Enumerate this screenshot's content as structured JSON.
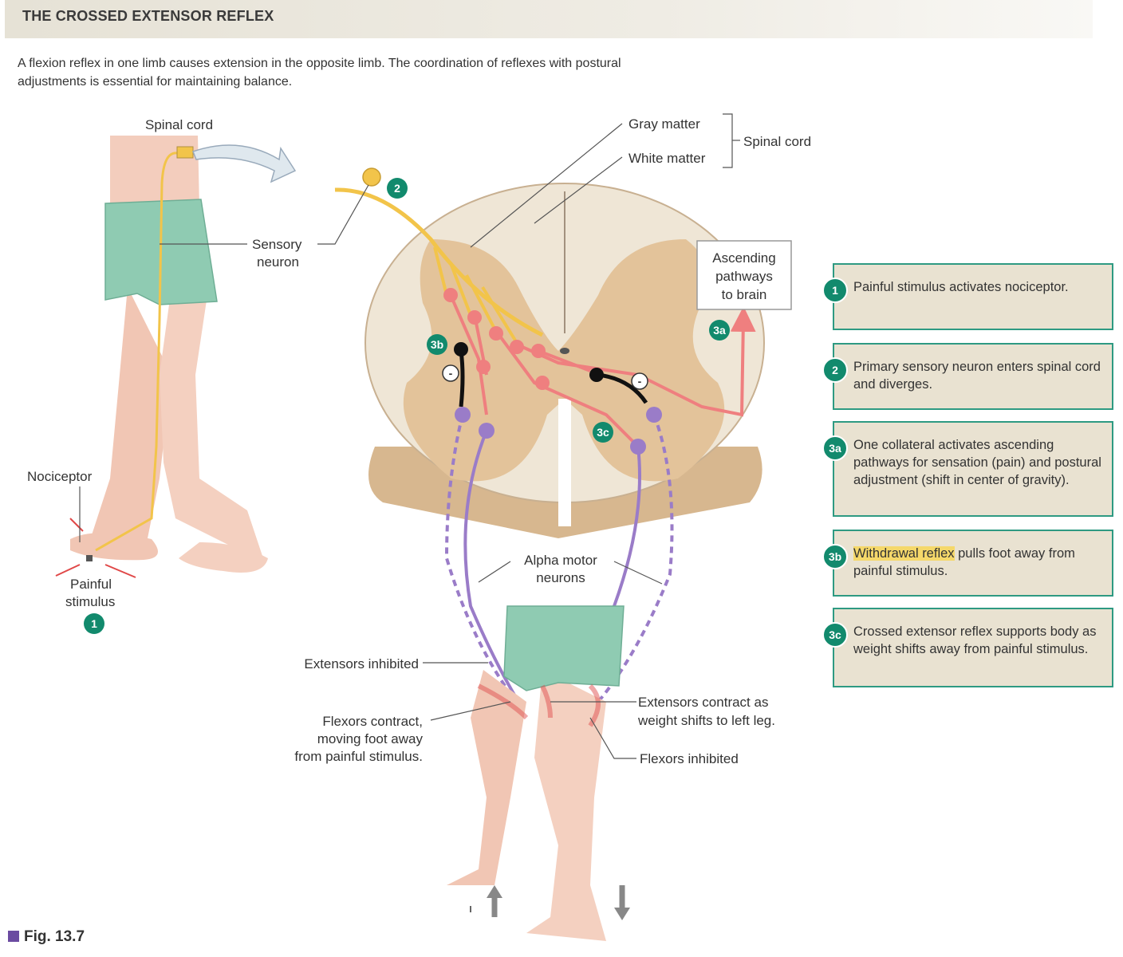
{
  "title": "THE CROSSED EXTENSOR REFLEX",
  "intro": "A flexion reflex in one limb causes extension in the opposite limb. The coordination of reflexes with postural adjustments is essential for maintaining balance.",
  "labels": {
    "spinal_cord_top": "Spinal cord",
    "sensory_neuron": [
      "Sensory",
      "neuron"
    ],
    "nociceptor": "Nociceptor",
    "painful_stimulus": [
      "Painful",
      "stimulus"
    ],
    "gray_matter": "Gray matter",
    "white_matter": "White matter",
    "spinal_cord_bracket": "Spinal cord",
    "ascending": [
      "Ascending",
      "pathways",
      "to brain"
    ],
    "alpha_motor": [
      "Alpha motor",
      "neurons"
    ],
    "extensors_inhibited": "Extensors inhibited",
    "flexors_contract": [
      "Flexors contract,",
      "moving foot away",
      "from painful stimulus."
    ],
    "extensors_contract": [
      "Extensors contract as",
      "weight shifts to left leg."
    ],
    "flexors_inhibited": "Flexors inhibited"
  },
  "badges": {
    "b1": "1",
    "b2": "2",
    "b3a": "3a",
    "b3b": "3b",
    "b3c": "3c",
    "minus": "-"
  },
  "steps": [
    {
      "num": "1",
      "text": "Painful stimulus activates nociceptor."
    },
    {
      "num": "2",
      "text": "Primary sensory neuron enters spinal cord and diverges."
    },
    {
      "num": "3a",
      "text": "One collateral activates ascending pathways for sensation (pain) and postural adjustment (shift in center of gravity)."
    },
    {
      "num": "3b",
      "highlight": "Withdrawal reflex",
      "text": " pulls foot away from painful stimulus."
    },
    {
      "num": "3c",
      "text": "Crossed extensor reflex supports body as weight shifts away from painful stimulus."
    }
  ],
  "figure_label": "Fig. 13.7",
  "colors": {
    "badge": "#128a6d",
    "sensory": "#f2c44a",
    "interneuron": "#ef7f7f",
    "motor": "#9a7cc8",
    "inhibitory": "#111111",
    "step_border": "#2e9a82",
    "step_fill": "#e9e2d1",
    "shorts": "#8fcbb2",
    "skin": "#f3cdbd",
    "cord_white": "#efe6d6",
    "cord_gray": "#e3c39a"
  }
}
